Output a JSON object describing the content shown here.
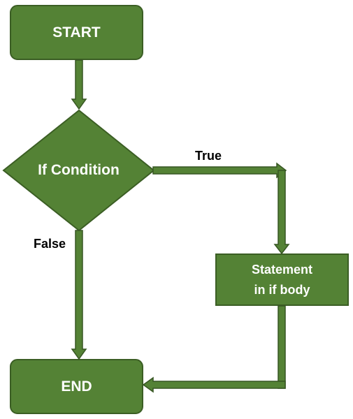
{
  "diagram": {
    "type": "flowchart",
    "colors": {
      "node_fill": "#548235",
      "node_border": "#3b5e24",
      "arrow_fill": "#548235",
      "arrow_border": "#375623",
      "label_text": "#ffffff",
      "edge_text": "#000000"
    },
    "nodes": {
      "start": {
        "label": "START",
        "shape": "rounded-rectangle"
      },
      "condition": {
        "label": "If Condition",
        "shape": "diamond"
      },
      "statement": {
        "label_line1": "Statement",
        "label_line2": "in if body",
        "shape": "rectangle"
      },
      "end": {
        "label": "END",
        "shape": "rounded-rectangle"
      }
    },
    "edges": {
      "true_label": "True",
      "false_label": "False"
    }
  }
}
